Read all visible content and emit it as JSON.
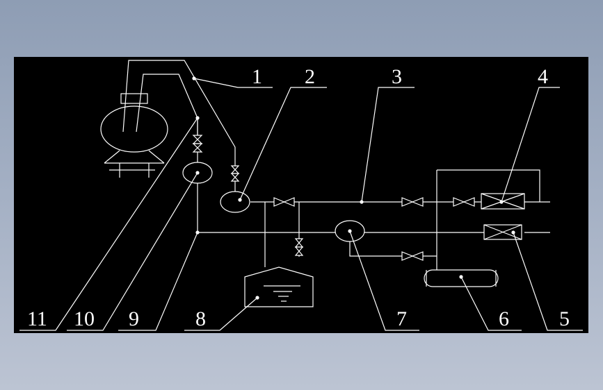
{
  "diagram": {
    "background": "#000000",
    "stroke": "#ffffff",
    "labels": [
      "1",
      "2",
      "3",
      "4",
      "5",
      "6",
      "7",
      "8",
      "9",
      "10",
      "11"
    ]
  }
}
